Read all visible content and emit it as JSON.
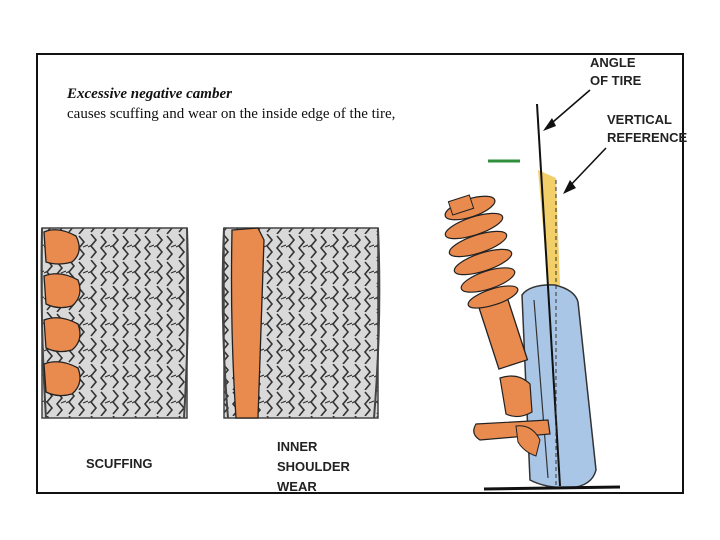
{
  "slide": {
    "heading": "Excessive negative camber",
    "body": "causes scuffing and wear on the inside edge of the tire,"
  },
  "diagram": {
    "labels": {
      "scuffing": "SCUFFING",
      "inner_shoulder_wear": [
        "INNER",
        "SHOULDER",
        "WEAR"
      ],
      "angle_of_tire": [
        "ANGLE",
        "OF TIRE"
      ],
      "vertical_reference": [
        "VERTICAL",
        "REFERENCE"
      ]
    },
    "colors": {
      "wear_orange": "#e98a4e",
      "tire_blue": "#a9c6e6",
      "reference_yellow": "#f3cf6a",
      "tread_gray": "#d9d9d9",
      "accent_green": "#2f8f3a"
    }
  }
}
